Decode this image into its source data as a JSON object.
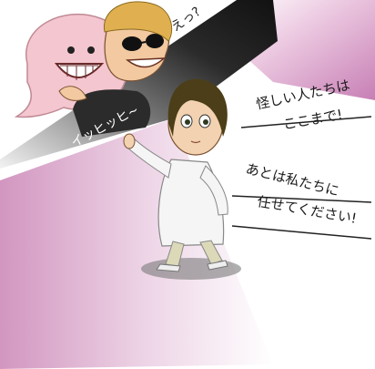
{
  "dialogue": {
    "surprise": "えっ?",
    "chant": "イッヒッヒ~",
    "line1a": "怪しい人たちは",
    "line1b": "ここまで!",
    "line2a": "あとは私たちに",
    "line2b": "任せてください!"
  },
  "colors": {
    "pink_gradient": "#d9a0c8",
    "ghost": "#f4c6cf",
    "dark_band": "#1f1f1f",
    "hair_woman": "#4b3e18",
    "coat": "#f5f5f5"
  }
}
